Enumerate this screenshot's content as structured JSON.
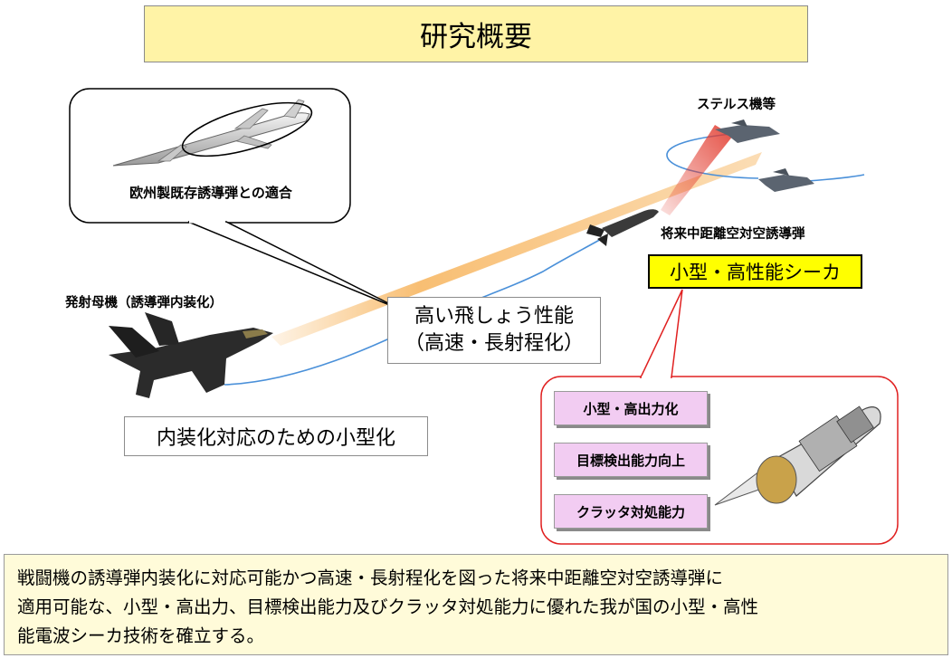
{
  "title": "研究概要",
  "callout": {
    "label": "欧州製既存誘導弾との適合"
  },
  "labels": {
    "launch_aircraft": "発射母機（誘導弾内装化）",
    "stealth": "ステルス機等",
    "future_missile": "将来中距離空対空誘導弾"
  },
  "performance": {
    "line1": "高い飛しょう性能",
    "line2": "（高速・長射程化）"
  },
  "internal_carriage": "内装化対応のための小型化",
  "seeker": "小型・高性能シーカ",
  "features": [
    "小型・高出力化",
    "目標検出能力向上",
    "クラッタ対処能力"
  ],
  "summary": {
    "line1": "戦闘機の誘導弾内装化に対応可能かつ高速・長射程化を図った将来中距離空対空誘導弾に",
    "line2": "適用可能な、小型・高出力、目標検出能力及びクラッタ対処能力に優れた我が国の小型・高性",
    "line3": "能電波シーカ技術を確立する。"
  },
  "colors": {
    "title_bg": "#fff3a6",
    "beam": "#f7b35a",
    "radar": "#e23b2e",
    "trajectory": "#4a90d9",
    "seeker_bg": "#ffff00",
    "feature_bg": "#f2ccf2",
    "detail_border": "#e02020",
    "summary_bg": "#fffbd9"
  }
}
